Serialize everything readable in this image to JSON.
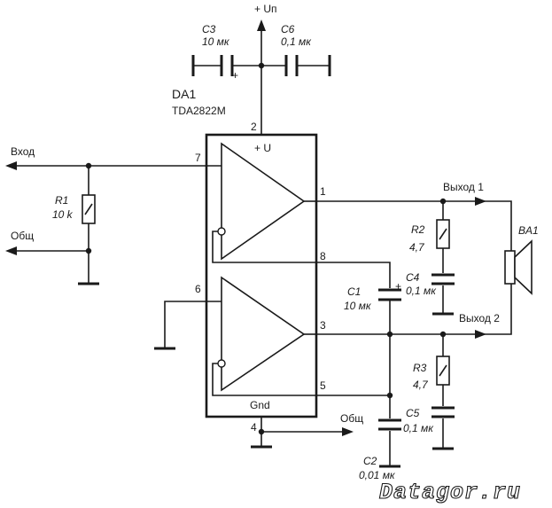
{
  "supply": {
    "label": "+ Uп"
  },
  "caps": {
    "c3": {
      "name": "C3",
      "value": "10 мк"
    },
    "c6": {
      "name": "C6",
      "value": "0,1 мк"
    },
    "c1": {
      "name": "C1",
      "value": "10 мк"
    },
    "c4": {
      "name": "C4",
      "value": "0,1 мк"
    },
    "c5": {
      "name": "C5",
      "value": "0,1 мк"
    },
    "c2": {
      "name": "C2",
      "value": "0,01 мк"
    }
  },
  "resistors": {
    "r1": {
      "name": "R1",
      "value": "10 k"
    },
    "r2": {
      "name": "R2",
      "value": "4,7"
    },
    "r3": {
      "name": "R3",
      "value": "4,7"
    }
  },
  "chip": {
    "ref": "DA1",
    "part": "TDA2822M",
    "supply_label": "+ U",
    "gnd_label": "Gnd"
  },
  "pins": {
    "p1": "1",
    "p2": "2",
    "p3": "3",
    "p4": "4",
    "p5": "5",
    "p6": "6",
    "p7": "7",
    "p8": "8"
  },
  "io": {
    "input": "Вход",
    "common_left": "Общ",
    "common_bottom": "Общ",
    "output1": "Выход 1",
    "output2": "Выход 2"
  },
  "speaker": {
    "name": "BA1"
  },
  "polarity": {
    "plus": "+"
  },
  "watermark": "Datagor.ru"
}
